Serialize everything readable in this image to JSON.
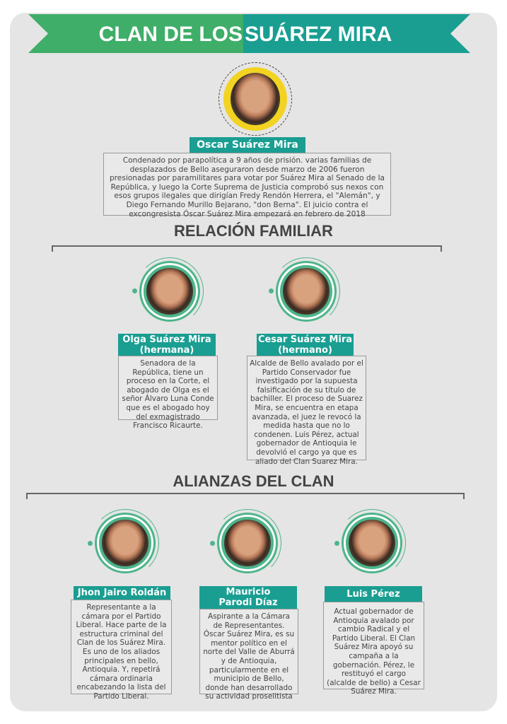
{
  "title": {
    "part1": "CLAN DE LOS",
    "part2": "SUÁREZ MIRA"
  },
  "colors": {
    "green": "#3fae68",
    "teal": "#1a9e92",
    "yellow": "#f2d321",
    "ring": "#4db58a"
  },
  "main": {
    "name": "Oscar Suárez Mira",
    "description": "Condenado por parapolítica a 9 años de prisión. varias familias de desplazados de Bello aseguraron desde marzo de 2006 fueron presionadas por paramilitares para votar por Suárez Mira al Senado de la República, y luego la Corte Suprema de Justicia comprobó sus nexos con esos grupos ilegales que dirigían Fredy Rendón Herrera, el \"Alemán\", y Diego Fernando Murillo Bejarano, \"don Berna\". El juicio contra el excongresista Óscar Suárez Mira empezará en febrero de 2018"
  },
  "family": {
    "heading": "RELACIÓN FAMILIAR",
    "members": [
      {
        "name": "Olga Suárez Mira",
        "role": "(hermana)",
        "description": "Senadora de la República, tiene un proceso  en la Corte, el abogado de Olga es el señor Álvaro Luna Conde que es el abogado hoy del exmagistrado Francisco Ricaurte."
      },
      {
        "name": "Cesar Suárez Mira",
        "role": "(hermano)",
        "description": "Alcalde de Bello avalado por el Partido Conservador fue investigado por la supuesta falsificación de su título de bachiller. El proceso de Suarez Mira, se encuentra en etapa avanzada, el juez le revocó la medida hasta que no lo condenen. Luis Pérez, actual gobernador de Antioquia le devolvió el cargo ya que es aliado del Clan Suarez Mira."
      }
    ]
  },
  "alliances": {
    "heading": "ALIANZAS DEL CLAN",
    "members": [
      {
        "name": "Jhon Jairo Roldán",
        "description": "Representante a la cámara por el Partido Liberal. Hace parte de la estructura criminal del Clan de los Suárez Mira. Es uno de los aliados principales en bello, Antioquia. Y, repetirá cámara ordinaria encabezando la lista del Partido Liberal."
      },
      {
        "name": "Mauricio Parodi Díaz",
        "description": "Aspirante a la Cámara de Representantes. Óscar Suárez Mira, es su mentor político en el norte del Valle de Aburrá y de Antioquia, particularmente en el municipio de Bello, donde han desarrollado su actividad proselitista"
      },
      {
        "name": "Luis Pérez",
        "description": "Actual gobernador de Antioquia avalado por cambio Radical y el Partido Liberal. El Clan Suárez Mira apoyó su campaña a la gobernación. Pérez, le restituyó el cargo (alcalde de bello) a Cesar Suárez Mira."
      }
    ]
  }
}
